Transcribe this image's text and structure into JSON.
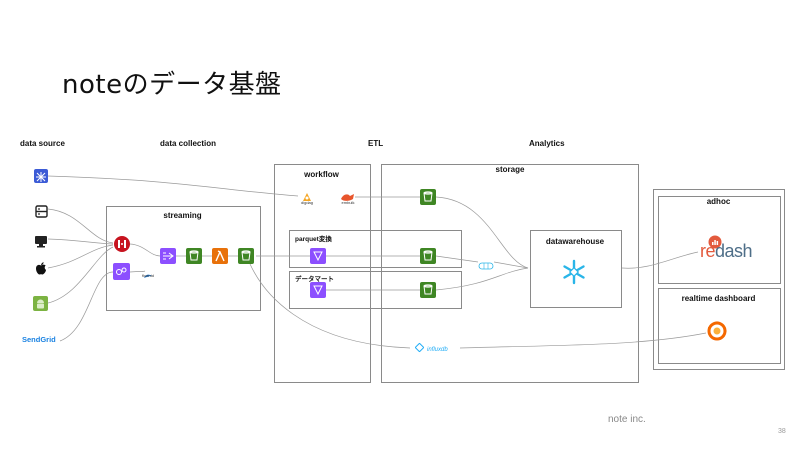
{
  "slide": {
    "title": "noteのデータ基盤",
    "footer": "note inc.",
    "page_number": "38"
  },
  "columns": {
    "data_source": "data source",
    "data_collection": "data collection",
    "etl": "ETL",
    "analytics": "Analytics"
  },
  "boxes": {
    "streaming": "streaming",
    "workflow": "workflow",
    "parquet": "parquet変換",
    "datamart": "データマート",
    "storage": "storage",
    "datawarehouse": "datawarehouse",
    "adhoc": "adhoc",
    "realtime": "realtime dashboard"
  },
  "tools": {
    "digdag": "digdag",
    "embulk": "embulk",
    "sendgrid": "SendGrid",
    "influxdb": "influxdb",
    "redash_re": "re",
    "redash_dash": "dash",
    "kinesis_agent": "fluentd"
  },
  "icons": {
    "source_db": "database-icon",
    "source_server": "server-icon",
    "source_web": "desktop-icon",
    "source_ios": "apple-icon",
    "source_android": "android-icon",
    "api_gateway": "api-gateway-icon",
    "stream_ingest": "stream-icon",
    "lambda": "lambda-icon",
    "s3": "s3-bucket-icon",
    "glue": "glue-icon",
    "snowflake": "snowflake-icon",
    "grafana": "grafana-icon"
  },
  "colors": {
    "s3_green": "#3f8624",
    "aws_purple": "#8c4fff",
    "aws_orange": "#e8710a",
    "api_red": "#d13212",
    "snowflake_blue": "#29b5e8",
    "grafana_orange": "#f46800",
    "box_border": "#8a8a8a",
    "wire": "#9a9a9a"
  }
}
